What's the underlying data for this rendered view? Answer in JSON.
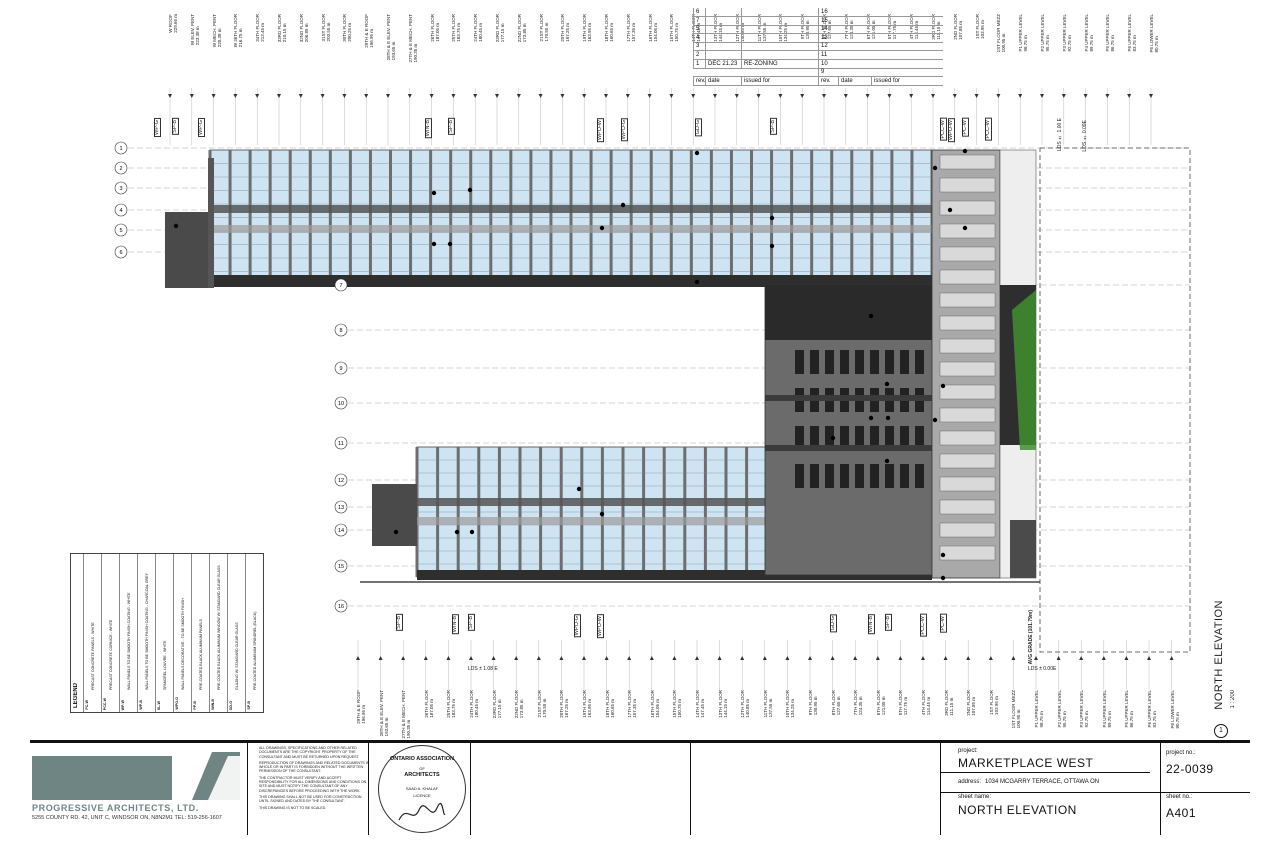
{
  "top_levels": [
    "W ROOF\n229.66 m",
    "W ELEV. PENT\n223.38 m",
    "W MECH. PENT\n220.38 m",
    "W 36TH FLOOR\n216.75 m",
    "34TH FLOOR\n213.45 m",
    "33RD FLOOR\n210.15 m",
    "32ND FLOOR\n206.85 m",
    "31ST FLOOR\n203.55 m",
    "30TH FLOOR\n200.25 m",
    "29TH & E ROOF\n196.95 m",
    "28TH & E ELEV. PENT\n193.65 m",
    "27TH & E MECH. PENT\n190.35 m",
    "26TH FLOOR\n187.05 m",
    "25TH FLOOR\n183.75 m",
    "24TH FLOOR\n180.45 m",
    "23RD FLOOR\n177.15 m",
    "22ND FLOOR\n173.85 m",
    "21ST FLOOR\n170.55 m",
    "20TH FLOOR\n167.25 m",
    "19TH FLOOR\n163.95 m",
    "18TH FLOOR\n160.65 m",
    "17TH FLOOR\n157.35 m",
    "16TH FLOOR\n154.05 m",
    "15TH FLOOR\n150.75 m",
    "14TH FLOOR\n147.45 m",
    "13TH FLOOR\n144.15 m",
    "12TH FLOOR\n140.85 m",
    "11TH FLOOR\n137.55 m",
    "10TH FLOOR\n134.25 m",
    "9TH FLOOR\n130.95 m",
    "8TH FLOOR\n127.65 m",
    "7TH FLOOR\n124.35 m",
    "6TH FLOOR\n121.05 m",
    "5TH FLOOR\n117.75 m",
    "4TH FLOOR\n114.45 m",
    "3RD FLOOR\n111.15 m",
    "2ND FLOOR\n107.85 m",
    "1ST FLOOR\n103.95 m",
    "1ST FLOOR MEZZ\n100.95 m",
    "P1 UPPER LEVEL\n98.75 m",
    "P2 UPPER LEVEL\n95.75 m",
    "P3 UPPER LEVEL\n92.75 m",
    "P4 UPPER LEVEL\n89.75 m",
    "P5 UPPER LEVEL\n86.75 m",
    "P6 UPPER LEVEL\n83.75 m",
    "P6 LOWER LEVEL\n80.75 m"
  ],
  "bottom_levels": [
    "29TH & E ROOF\n196.95 m",
    "28TH & E ELEV. PENT\n193.65 m",
    "27TH & E MECH. PENT\n190.35 m",
    "26TH FLOOR\n187.05 m",
    "25TH FLOOR\n183.75 m",
    "24TH FLOOR\n180.45 m",
    "23RD FLOOR\n177.15 m",
    "22ND FLOOR\n173.85 m",
    "21ST FLOOR\n170.55 m",
    "20TH FLOOR\n167.25 m",
    "19TH FLOOR\n163.95 m",
    "18TH FLOOR\n160.65 m",
    "17TH FLOOR\n157.35 m",
    "16TH FLOOR\n154.05 m",
    "15TH FLOOR\n150.75 m",
    "14TH FLOOR\n147.45 m",
    "13TH FLOOR\n144.15 m",
    "12TH FLOOR\n140.85 m",
    "11TH FLOOR\n137.55 m",
    "10TH FLOOR\n134.25 m",
    "9TH FLOOR\n130.95 m",
    "8TH FLOOR\n127.65 m",
    "7TH FLOOR\n124.35 m",
    "6TH FLOOR\n121.05 m",
    "5TH FLOOR\n117.75 m",
    "4TH FLOOR\n114.45 m",
    "3RD FLOOR\n111.15 m",
    "2ND FLOOR\n107.85 m",
    "1ST FLOOR\n103.95 m",
    "1ST FLOOR MEZZ\n100.95 m",
    "P1 UPPER LEVEL\n98.75 m",
    "P2 UPPER LEVEL\n95.75 m",
    "P3 UPPER LEVEL\n92.75 m",
    "P4 UPPER LEVEL\n89.75 m",
    "P5 UPPER LEVEL\n86.75 m",
    "P6 UPPER LEVEL\n83.75 m",
    "P6 LOWER LEVEL\n80.75 m"
  ],
  "grid_labels": [
    "1",
    "2",
    "3",
    "4",
    "5",
    "6",
    "7",
    "8",
    "9",
    "10",
    "11",
    "12",
    "13",
    "14",
    "15",
    "16"
  ],
  "top_tags": [
    "WP-G",
    "SP-B",
    "WP-G",
    "WIN-B",
    "SP-B",
    "WPO-W",
    "WPO-G",
    "GD-G",
    "SP-B",
    "PCC-W",
    "WPO-W",
    "PC-W",
    "PCC-W"
  ],
  "bottom_tags": [
    "SP-B",
    "WIN-B",
    "SP-B",
    "WPO-G",
    "WPO-W",
    "GD-G",
    "WIN-B",
    "SP-B",
    "PCC-W",
    "PC-W"
  ],
  "grade_label": "AVG GRADE (101.79m)",
  "elevation_title": "NORTH ELEVATION",
  "elevation_scale": "1 : 200",
  "elevation_number": "1",
  "legend": {
    "title": "LEGEND",
    "codes": [
      "PC-W",
      "PCC-W",
      "WP-W",
      "WP-B",
      "SL-W",
      "WPO-G",
      "PP-B",
      "WIN-B",
      "GD-G",
      "SP-B"
    ],
    "descriptions": [
      "PRECAST CONCRETE PANELS - WHITE",
      "PRECAST CONCRETE CORNICE - WHITE",
      "WALL PANELS TO BE SMOOTH FINISH COATING - WHITE",
      "WALL PANELS TO BE SMOOTH FINISH COATING - CHARCOAL GREY",
      "SPANDREL LOUVRE - WHITE",
      "WALL PANELS DECORATIVE - TO BE SMOOTH FINISH",
      "PRE-COATED BLACK ALUMINUM PANELS",
      "PRE-COATED BLACK ALUMINUM WINDOW W/ STANDARD CLEAR GLASS",
      "GLAZING W/ STANDARD CLEAR GLASS",
      "PRE-COATED ALUMINUM SPANDREL (BLACK)"
    ]
  },
  "firm": {
    "name": "PROGRESSIVE ARCHITECTS, LTD.",
    "address": "5255 COUNTY RD. 42, UNIT C, WINDSOR ON, N8N2M1",
    "tel": "TEL: 519-256-1607"
  },
  "notes": [
    "ALL DRAWINGS, SPECIFICATIONS AND OTHER RELATED DOCUMENTS ARE THE COPYRIGHT PROPERTY OF THE CONSULTANT AND MUST BE RETURNED UPON REQUEST.",
    "REPRODUCTION OF DRAWINGS AND RELATED DOCUMENTS IN WHOLE OR IN PART IS FORBIDDEN WITHOUT THE WRITTEN PERMISSION OF THE CONSULTANT.",
    "THE CONTRACTOR MUST VERIFY AND ACCEPT RESPONSIBILITY FOR ALL DIMENSIONS AND CONDITIONS ON SITE AND MUST NOTIFY THE CONSULTANT OF ANY DISCREPANCIES BEFORE PROCEEDING WITH THE WORK.",
    "THIS DRAWING SHALL NOT BE USED FOR CONSTRUCTION UNTIL SIGNED AND DATED BY THE CONSULTANT.",
    "THIS DRAWING IS NOT TO BE SCALED."
  ],
  "seal": {
    "line1": "ONTARIO ASSOCIATION",
    "line2": "OF",
    "line3": "ARCHITECTS",
    "name": "SAAD A. KHALAF",
    "licence": "LICENCE"
  },
  "revisions_left": [
    {
      "rev": "6",
      "date": "",
      "issued": ""
    },
    {
      "rev": "7",
      "date": "",
      "issued": ""
    },
    {
      "rev": "5",
      "date": "",
      "issued": ""
    },
    {
      "rev": "4",
      "date": "",
      "issued": ""
    },
    {
      "rev": "3",
      "date": "",
      "issued": ""
    },
    {
      "rev": "2",
      "date": "",
      "issued": ""
    },
    {
      "rev": "1",
      "date": "DEC 21.23",
      "issued": "RE-ZONING"
    }
  ],
  "revisions_right": [
    "16",
    "15",
    "14",
    "13",
    "12",
    "11",
    "10",
    "9"
  ],
  "rev_headers": {
    "rev": "rev.",
    "date": "date",
    "issued": "issued for"
  },
  "project": {
    "project_label": "project:",
    "project_name": "MARKETPLACE WEST",
    "address_label": "address:",
    "address": "1034 MCGARRY TERRACE, OTTAWA ON",
    "sheet_name_label": "sheet name:",
    "sheet_name": "NORTH ELEVATION",
    "project_no_label": "project no.:",
    "project_no": "22-0039",
    "sheet_no_label": "sheet no.:",
    "sheet_no": "A401"
  },
  "dim_labels": [
    "LDS ± 1.00 E",
    "LDS ± 0.09E",
    "LDS ± 1.08 E",
    "LDS ± 0.00E"
  ],
  "colors": {
    "glass": "#cfe4f2",
    "dark_panel": "#2a2a2a",
    "grey_panel": "#8c8c8c",
    "green_landscape": "#3f8f2f",
    "logo_grey": "#6e8583"
  }
}
